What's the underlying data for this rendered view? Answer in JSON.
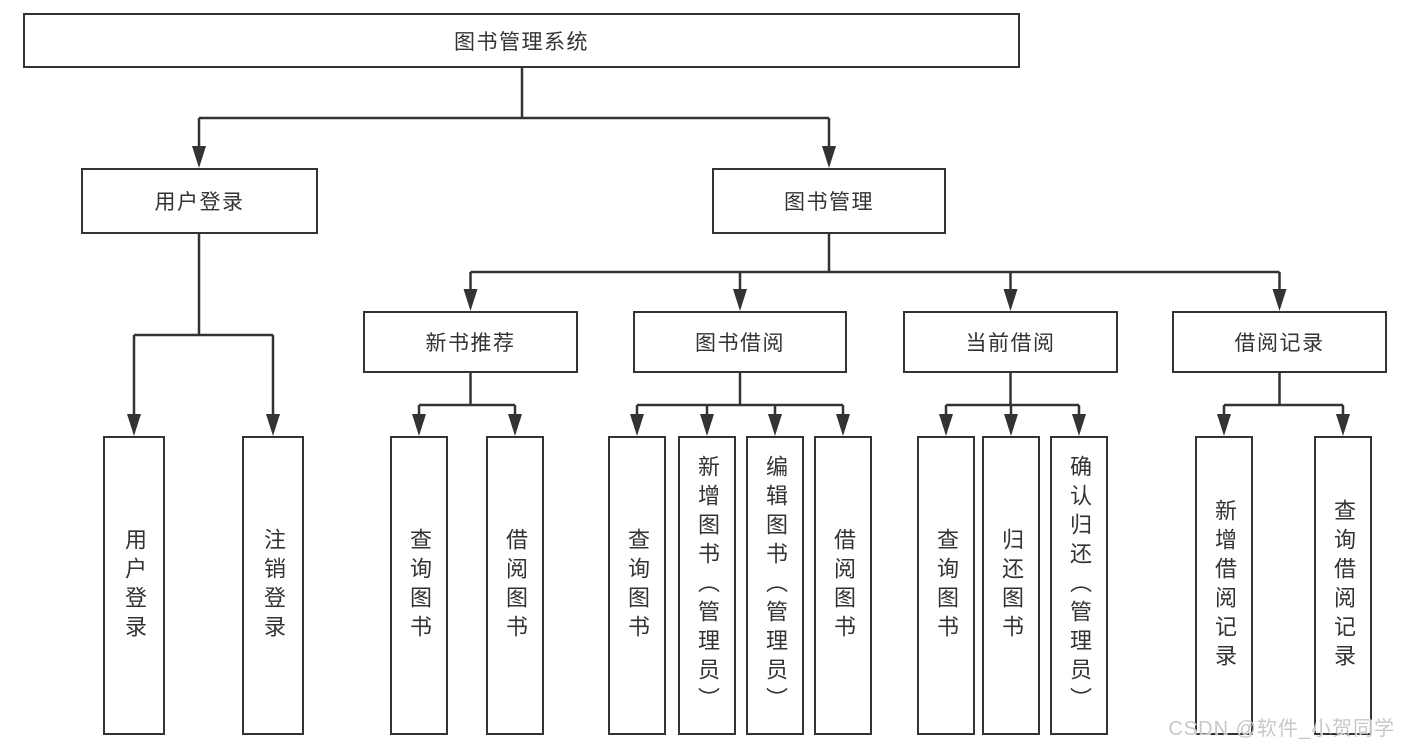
{
  "tree": {
    "label": "图书管理系统",
    "children": [
      {
        "label": "用户登录",
        "children": [
          {
            "label": "用户登录"
          },
          {
            "label": "注销登录"
          }
        ]
      },
      {
        "label": "图书管理",
        "children": [
          {
            "label": "新书推荐",
            "children": [
              {
                "label": "查询图书"
              },
              {
                "label": "借阅图书"
              }
            ]
          },
          {
            "label": "图书借阅",
            "children": [
              {
                "label": "查询图书"
              },
              {
                "label": "新增图书（管理员）"
              },
              {
                "label": "编辑图书（管理员）"
              },
              {
                "label": "借阅图书"
              }
            ]
          },
          {
            "label": "当前借阅",
            "children": [
              {
                "label": "查询图书"
              },
              {
                "label": "归还图书"
              },
              {
                "label": "确认归还（管理员）"
              }
            ]
          },
          {
            "label": "借阅记录",
            "children": [
              {
                "label": "新增借阅记录"
              },
              {
                "label": "查询借阅记录"
              }
            ]
          }
        ]
      }
    ]
  },
  "watermark": {
    "text": "CSDN @软件_小贺同学"
  },
  "colors": {
    "line": "#333333",
    "text": "#333333",
    "background": "#ffffff",
    "watermark": "#c3c3c3"
  }
}
